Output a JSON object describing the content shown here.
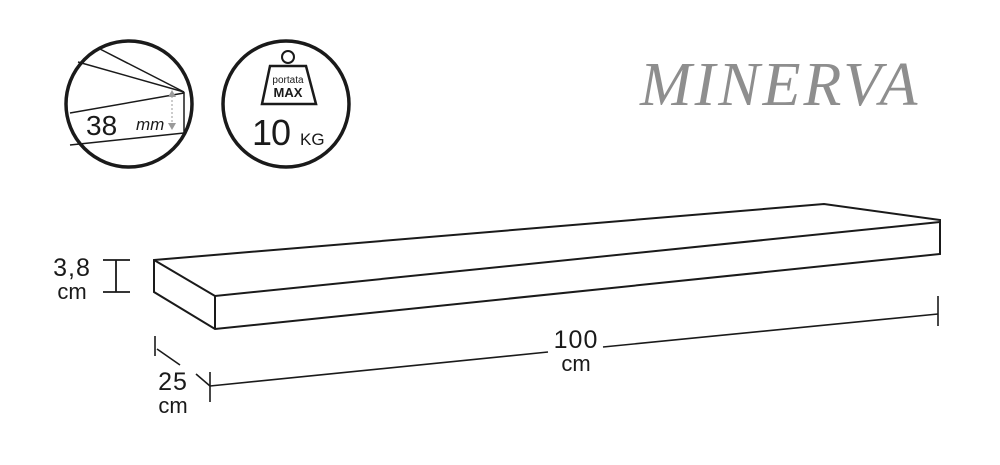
{
  "brand": "MINERVA",
  "badges": {
    "thickness": {
      "value": "38",
      "unit": "mm",
      "icon": "board-thickness-icon"
    },
    "capacity": {
      "label_top": "portata",
      "label_bottom": "MAX",
      "value": "10",
      "unit": "KG",
      "icon": "weight-icon"
    }
  },
  "dimensions": {
    "height": {
      "value": "3,8",
      "unit": "cm"
    },
    "length": {
      "value": "100",
      "unit": "cm"
    },
    "depth": {
      "value": "25",
      "unit": "cm"
    }
  }
}
